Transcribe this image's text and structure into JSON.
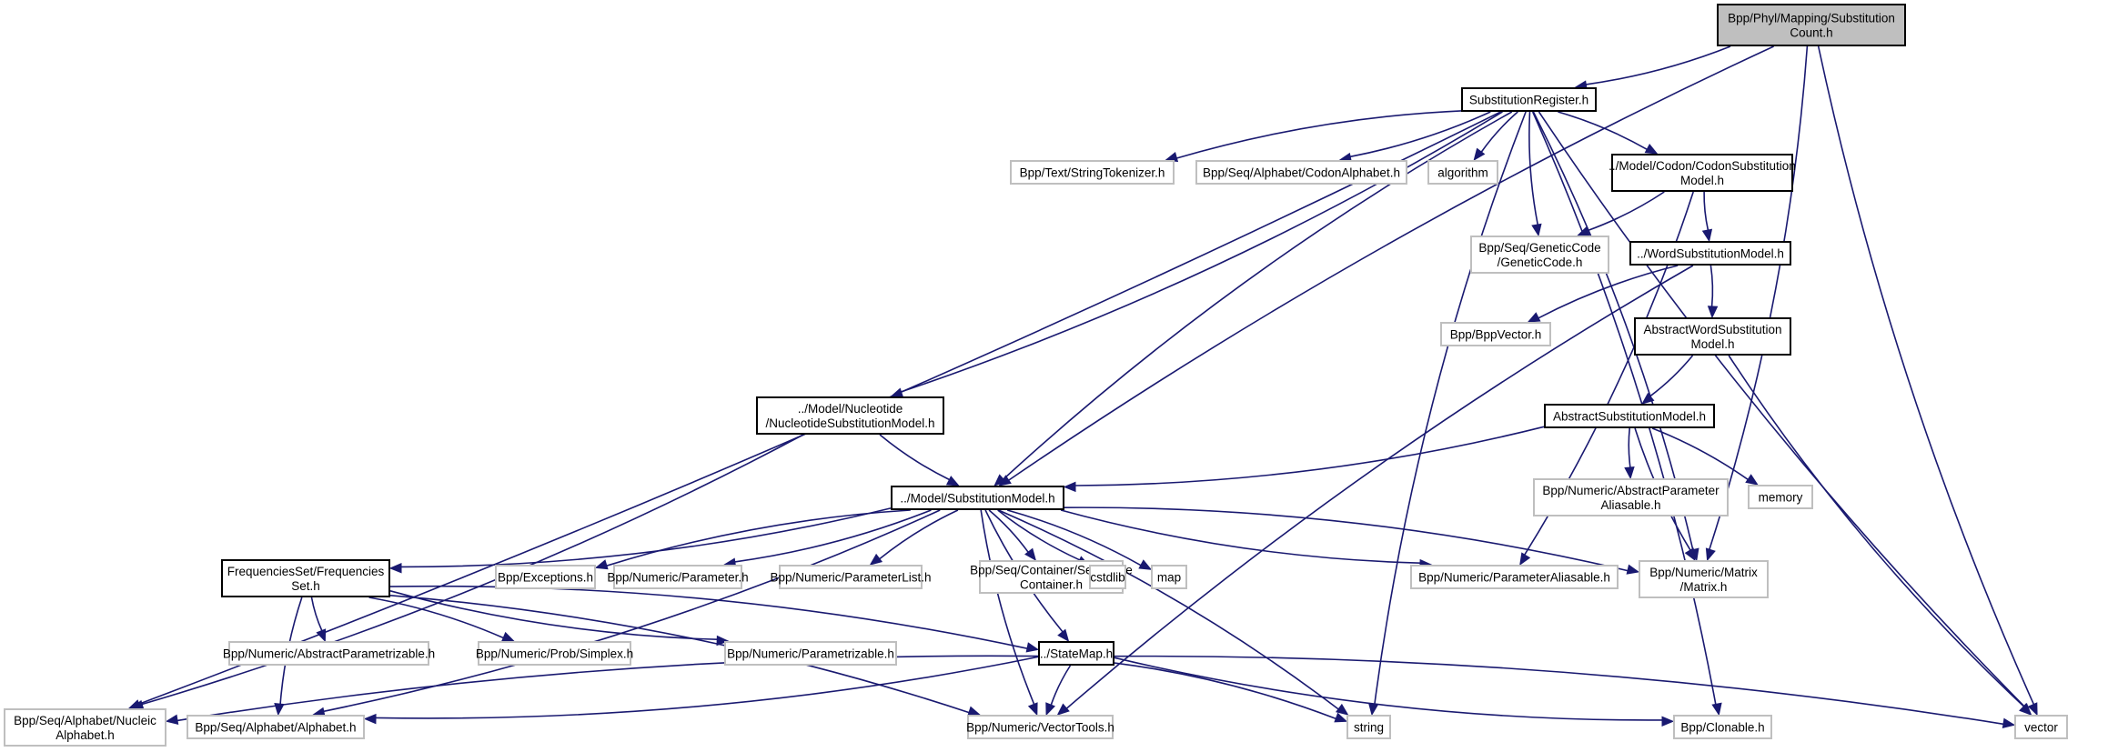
{
  "title": "Include dependency graph for Bpp/Phyl/Mapping/SubstitutionCount.h",
  "colors": {
    "edge": "#191970",
    "root_fill": "#bfbfbf",
    "local_border": "#000000",
    "external_border": "#bfbfbf"
  },
  "nodes": [
    {
      "id": "root",
      "lines": [
        "Bpp/Phyl/Mapping/Substitution",
        "Count.h"
      ],
      "kind": "root"
    },
    {
      "id": "subreg",
      "lines": [
        "SubstitutionRegister.h"
      ],
      "kind": "local"
    },
    {
      "id": "tokenizer",
      "lines": [
        "Bpp/Text/StringTokenizer.h"
      ],
      "kind": "external"
    },
    {
      "id": "codonalpha",
      "lines": [
        "Bpp/Seq/Alphabet/CodonAlphabet.h"
      ],
      "kind": "external"
    },
    {
      "id": "algorithm",
      "lines": [
        "algorithm"
      ],
      "kind": "external"
    },
    {
      "id": "codonmodel",
      "lines": [
        "../Model/Codon/CodonSubstitution",
        "Model.h"
      ],
      "kind": "local"
    },
    {
      "id": "geneticcode",
      "lines": [
        "Bpp/Seq/GeneticCode",
        "/GeneticCode.h"
      ],
      "kind": "external"
    },
    {
      "id": "wordmodel",
      "lines": [
        "../WordSubstitutionModel.h"
      ],
      "kind": "local"
    },
    {
      "id": "bppvector",
      "lines": [
        "Bpp/BppVector.h"
      ],
      "kind": "external"
    },
    {
      "id": "abswordmodel",
      "lines": [
        "AbstractWordSubstitution",
        "Model.h"
      ],
      "kind": "local"
    },
    {
      "id": "abssubmodel",
      "lines": [
        "AbstractSubstitutionModel.h"
      ],
      "kind": "local"
    },
    {
      "id": "nucmodel",
      "lines": [
        "../Model/Nucleotide",
        "/NucleotideSubstitutionModel.h"
      ],
      "kind": "local"
    },
    {
      "id": "submodel",
      "lines": [
        "../Model/SubstitutionModel.h"
      ],
      "kind": "local"
    },
    {
      "id": "absparamalias",
      "lines": [
        "Bpp/Numeric/AbstractParameter",
        "Aliasable.h"
      ],
      "kind": "external"
    },
    {
      "id": "memory",
      "lines": [
        "memory"
      ],
      "kind": "external"
    },
    {
      "id": "freqset",
      "lines": [
        "FrequenciesSet/Frequencies",
        "Set.h"
      ],
      "kind": "local"
    },
    {
      "id": "exceptions",
      "lines": [
        "Bpp/Exceptions.h"
      ],
      "kind": "external"
    },
    {
      "id": "parameter",
      "lines": [
        "Bpp/Numeric/Parameter.h"
      ],
      "kind": "external"
    },
    {
      "id": "paramlist",
      "lines": [
        "Bpp/Numeric/ParameterList.h"
      ],
      "kind": "external"
    },
    {
      "id": "seqcontainer",
      "lines": [
        "Bpp/Seq/Container/Sequence",
        "Container.h"
      ],
      "kind": "external"
    },
    {
      "id": "cstdlib",
      "lines": [
        "cstdlib"
      ],
      "kind": "external"
    },
    {
      "id": "map",
      "lines": [
        "map"
      ],
      "kind": "external"
    },
    {
      "id": "paramalias",
      "lines": [
        "Bpp/Numeric/ParameterAliasable.h"
      ],
      "kind": "external"
    },
    {
      "id": "matrix",
      "lines": [
        "Bpp/Numeric/Matrix",
        "/Matrix.h"
      ],
      "kind": "external"
    },
    {
      "id": "absparametrizable",
      "lines": [
        "Bpp/Numeric/AbstractParametrizable.h"
      ],
      "kind": "external"
    },
    {
      "id": "simplex",
      "lines": [
        "Bpp/Numeric/Prob/Simplex.h"
      ],
      "kind": "external"
    },
    {
      "id": "parametrizable",
      "lines": [
        "Bpp/Numeric/Parametrizable.h"
      ],
      "kind": "external"
    },
    {
      "id": "statemap",
      "lines": [
        "../StateMap.h"
      ],
      "kind": "local"
    },
    {
      "id": "nucalpha",
      "lines": [
        "Bpp/Seq/Alphabet/Nucleic",
        "Alphabet.h"
      ],
      "kind": "external"
    },
    {
      "id": "alphabet",
      "lines": [
        "Bpp/Seq/Alphabet/Alphabet.h"
      ],
      "kind": "external"
    },
    {
      "id": "vectortools",
      "lines": [
        "Bpp/Numeric/VectorTools.h"
      ],
      "kind": "external"
    },
    {
      "id": "string",
      "lines": [
        "string"
      ],
      "kind": "external"
    },
    {
      "id": "clonable",
      "lines": [
        "Bpp/Clonable.h"
      ],
      "kind": "external"
    },
    {
      "id": "vector",
      "lines": [
        "vector"
      ],
      "kind": "external"
    }
  ],
  "edges": [
    [
      "root",
      "subreg"
    ],
    [
      "root",
      "submodel"
    ],
    [
      "root",
      "matrix"
    ],
    [
      "root",
      "vector"
    ],
    [
      "subreg",
      "nucalpha"
    ],
    [
      "subreg",
      "tokenizer"
    ],
    [
      "subreg",
      "codonalpha"
    ],
    [
      "subreg",
      "algorithm"
    ],
    [
      "subreg",
      "codonmodel"
    ],
    [
      "subreg",
      "geneticcode"
    ],
    [
      "subreg",
      "nucmodel"
    ],
    [
      "subreg",
      "submodel"
    ],
    [
      "subreg",
      "matrix"
    ],
    [
      "subreg",
      "string"
    ],
    [
      "subreg",
      "clonable"
    ],
    [
      "subreg",
      "vector"
    ],
    [
      "codonmodel",
      "geneticcode"
    ],
    [
      "codonmodel",
      "wordmodel"
    ],
    [
      "codonmodel",
      "paramalias"
    ],
    [
      "wordmodel",
      "bppvector"
    ],
    [
      "wordmodel",
      "abswordmodel"
    ],
    [
      "wordmodel",
      "vectortools"
    ],
    [
      "abswordmodel",
      "abssubmodel"
    ],
    [
      "abswordmodel",
      "vector"
    ],
    [
      "abssubmodel",
      "submodel"
    ],
    [
      "abssubmodel",
      "absparamalias"
    ],
    [
      "abssubmodel",
      "memory"
    ],
    [
      "abssubmodel",
      "matrix"
    ],
    [
      "nucmodel",
      "nucalpha"
    ],
    [
      "nucmodel",
      "submodel"
    ],
    [
      "submodel",
      "freqset"
    ],
    [
      "submodel",
      "exceptions"
    ],
    [
      "submodel",
      "parameter"
    ],
    [
      "submodel",
      "paramlist"
    ],
    [
      "submodel",
      "seqcontainer"
    ],
    [
      "submodel",
      "cstdlib"
    ],
    [
      "submodel",
      "map"
    ],
    [
      "submodel",
      "paramalias"
    ],
    [
      "submodel",
      "matrix"
    ],
    [
      "submodel",
      "statemap"
    ],
    [
      "submodel",
      "alphabet"
    ],
    [
      "submodel",
      "vectortools"
    ],
    [
      "submodel",
      "string"
    ],
    [
      "freqset",
      "absparametrizable"
    ],
    [
      "freqset",
      "simplex"
    ],
    [
      "freqset",
      "parametrizable"
    ],
    [
      "freqset",
      "statemap"
    ],
    [
      "freqset",
      "alphabet"
    ],
    [
      "freqset",
      "vectortools"
    ],
    [
      "statemap",
      "nucalpha"
    ],
    [
      "statemap",
      "alphabet"
    ],
    [
      "statemap",
      "vectortools"
    ],
    [
      "statemap",
      "string"
    ],
    [
      "statemap",
      "clonable"
    ],
    [
      "statemap",
      "vector"
    ]
  ]
}
